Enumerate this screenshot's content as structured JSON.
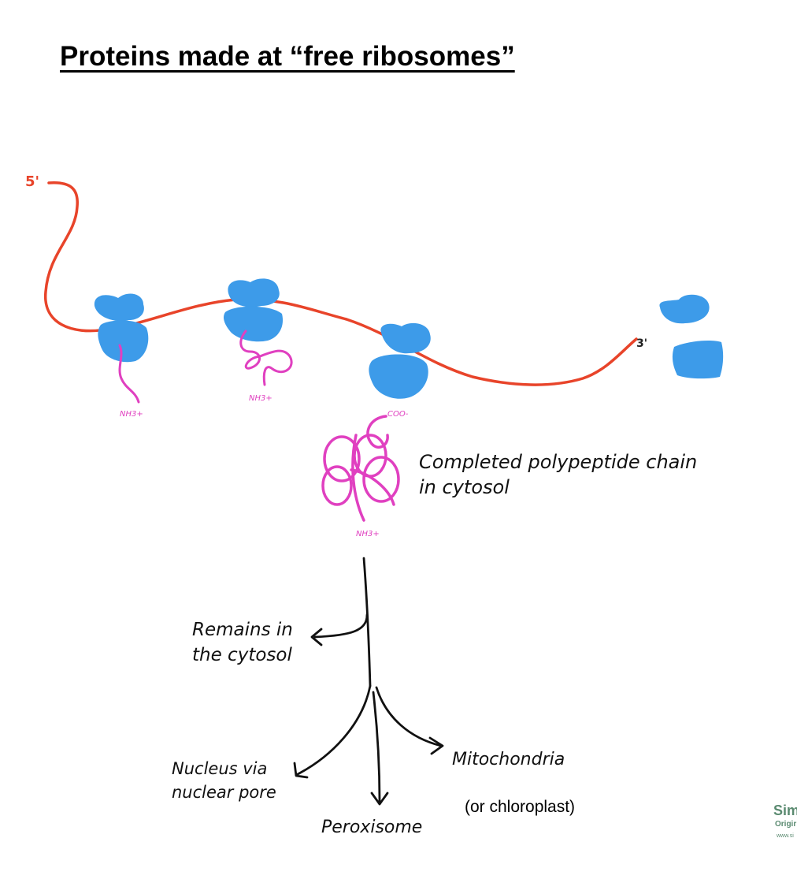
{
  "title": "Proteins made at “free ribosomes”",
  "mrna": {
    "five_prime": "5'",
    "three_prime": "3'"
  },
  "labels": {
    "nh3_a": "NH3+",
    "nh3_b": "NH3+",
    "nh3_c": "NH3+",
    "coo": "COO-",
    "completed_line1": "Completed polypeptide chain",
    "completed_line2": "in cytosol",
    "remains_line1": "Remains in",
    "remains_line2": "the cytosol",
    "nucleus_line1": "Nucleus via",
    "nucleus_line2": "nuclear pore",
    "peroxisome": "Peroxisome",
    "mitochondria": "Mitochondria",
    "chloroplast": "(or chloroplast)"
  },
  "logo": {
    "line1": "Sim",
    "line2": "Origir",
    "line3": "www.si"
  },
  "colors": {
    "mrna": "#e8442a",
    "ribosome": "#3d9be9",
    "polypeptide": "#e040c0",
    "arrows": "#111111"
  }
}
